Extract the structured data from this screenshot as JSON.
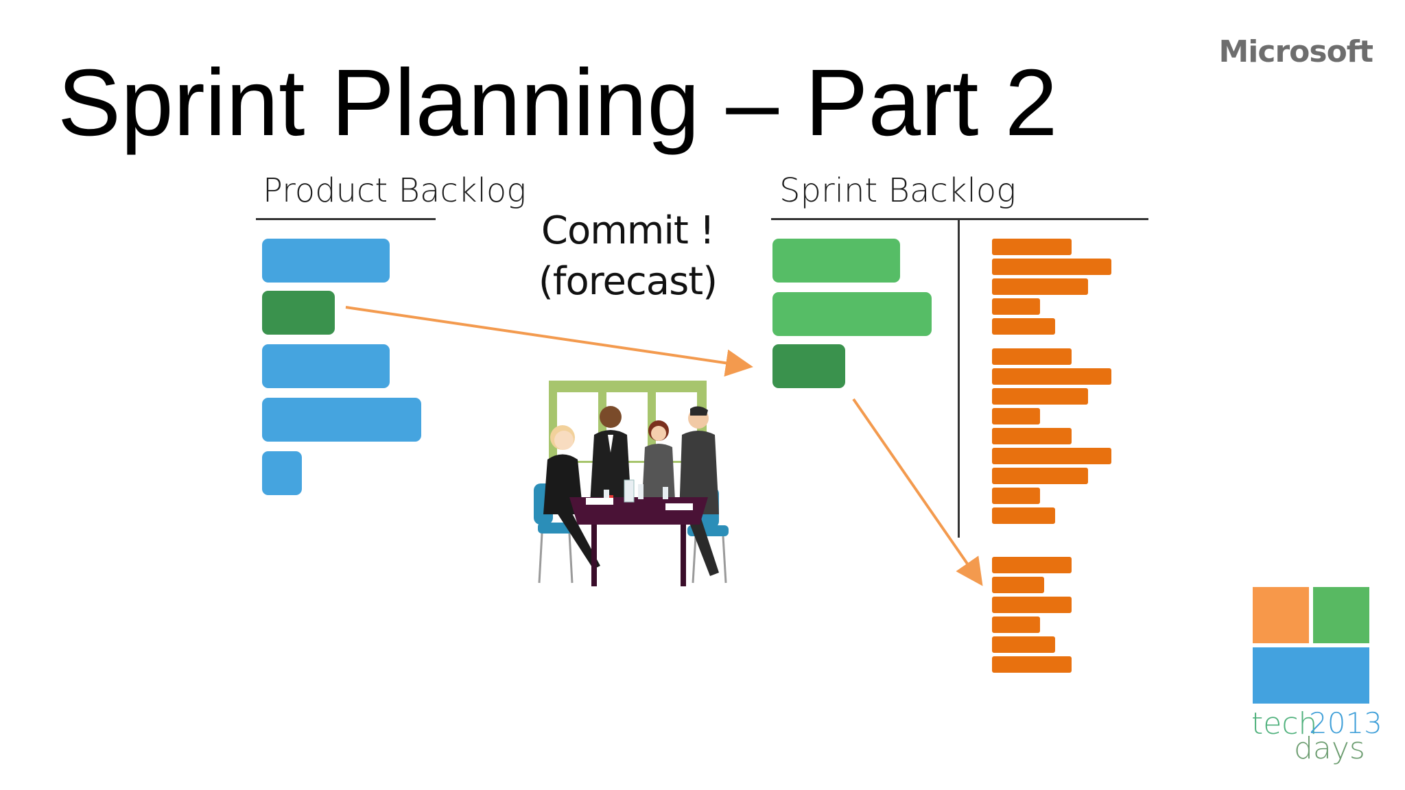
{
  "slide": {
    "title": "Sprint Planning – Part 2",
    "brand": "Microsoft"
  },
  "product_backlog": {
    "label": "Product Backlog",
    "items": [
      {
        "color": "#45a4df",
        "state": "remaining"
      },
      {
        "color": "#3a924d",
        "state": "selected"
      },
      {
        "color": "#45a4df",
        "state": "remaining"
      },
      {
        "color": "#45a4df",
        "state": "remaining"
      },
      {
        "color": "#45a4df",
        "state": "remaining"
      }
    ]
  },
  "commit_note": {
    "line1": "Commit !",
    "line2": "(forecast)"
  },
  "sprint_backlog": {
    "label": "Sprint Backlog",
    "items": [
      {
        "color": "#56bd66"
      },
      {
        "color": "#56bd66"
      },
      {
        "color": "#3a924d"
      }
    ],
    "task_color": "#e8710f"
  },
  "arrow_color": "#f39a4e",
  "illustration": "team-meeting-clipart",
  "event_logo": {
    "word_tech": "tech",
    "year": "2013",
    "word_days": "days",
    "tiles": [
      "#f7984a",
      "#58b962",
      "#43a2df"
    ]
  }
}
